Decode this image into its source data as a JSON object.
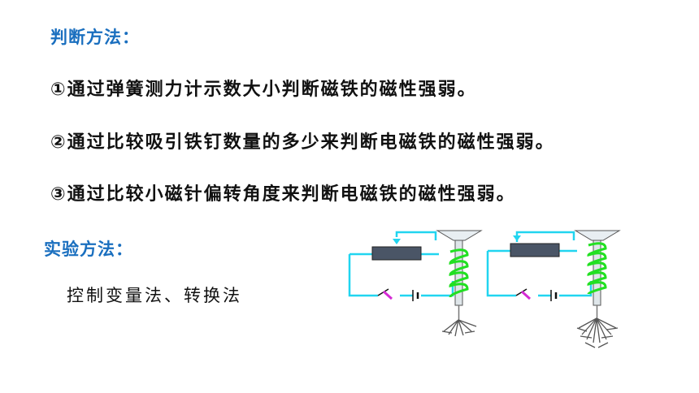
{
  "slide": {
    "judge_heading": "判断方法：",
    "methods": [
      "①通过弹簧测力计示数大小判断磁铁的磁性强弱。",
      "②通过比较吸引铁钉数量的多少来判断电磁铁的磁性强弱。",
      "③通过比较小磁针偏转角度来判断电磁铁的磁性强弱。"
    ],
    "experiment_heading": "实验方法：",
    "experiment_methods": "控制变量法、转换法"
  },
  "colors": {
    "heading": "#1a6fbf",
    "text": "#111111",
    "wire": "#21d5f0",
    "coil": "#22e022",
    "switch": "#d42ad4",
    "resistor": "#4a5566"
  },
  "figures": [
    {
      "id": "circuit-electromagnet-few-nails",
      "nails_count_visual": "few"
    },
    {
      "id": "circuit-electromagnet-many-nails",
      "nails_count_visual": "many"
    }
  ]
}
